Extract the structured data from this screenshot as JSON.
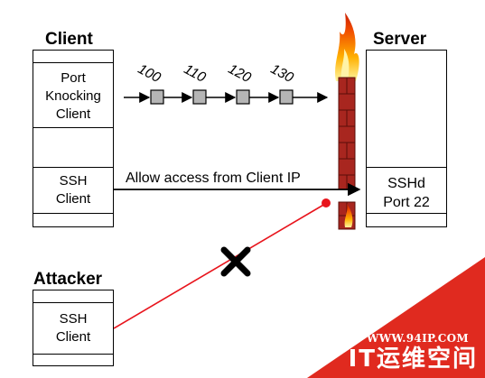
{
  "client": {
    "title": "Client",
    "port_knocking_label": "Port\nKnocking\nClient",
    "ssh_label": "SSH\nClient"
  },
  "server": {
    "title": "Server",
    "sshd_label": "SSHd\nPort 22"
  },
  "attacker": {
    "title": "Attacker",
    "ssh_label": "SSH\nClient"
  },
  "knock_ports": [
    "100",
    "110",
    "120",
    "130"
  ],
  "allow_label": "Allow access from Client IP",
  "colors": {
    "attack_line": "#e8141c",
    "firewall_brick": "#a8261f",
    "knock_box": "#b5b5b5",
    "watermark_bg": "#e02a1f"
  },
  "watermark": {
    "url": "WWW.94IP.COM",
    "brand": "IT运维空间"
  }
}
